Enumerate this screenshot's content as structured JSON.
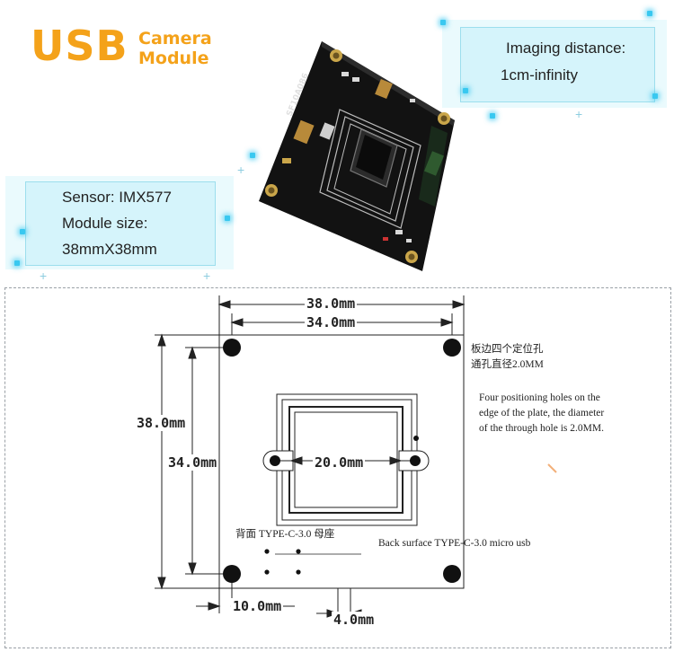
{
  "banner": {
    "brand": "USB",
    "product_line1": "Camera",
    "product_line2": "Module",
    "imaging_label": "Imaging distance:",
    "imaging_value": "1cm-infinity",
    "sensor": "Sensor: IMX577",
    "module_size_label": "Module size:",
    "module_size_value": "38mmX38mm",
    "board_silkscreen": "SF10A086",
    "brand_color": "#f4a21a",
    "accent_color": "#39c8f0"
  },
  "drawing": {
    "dim_top_outer": "38.0mm",
    "dim_top_inner": "34.0mm",
    "dim_left_outer": "38.0mm",
    "dim_left_inner": "34.0mm",
    "dim_center": "20.0mm",
    "dim_bottom_left": "10.0mm",
    "dim_bottom_usb": "4.0mm",
    "note_cn_line1": "板边四个定位孔",
    "note_cn_line2": "通孔直径2.0MM",
    "note_en": "Four positioning holes on the edge of the plate, the diameter of the through hole is 2.0MM.",
    "usb_note_cn": "背面 TYPE-C-3.0 母座",
    "usb_note_en": "Back surface TYPE-C-3.0 micro usb"
  }
}
